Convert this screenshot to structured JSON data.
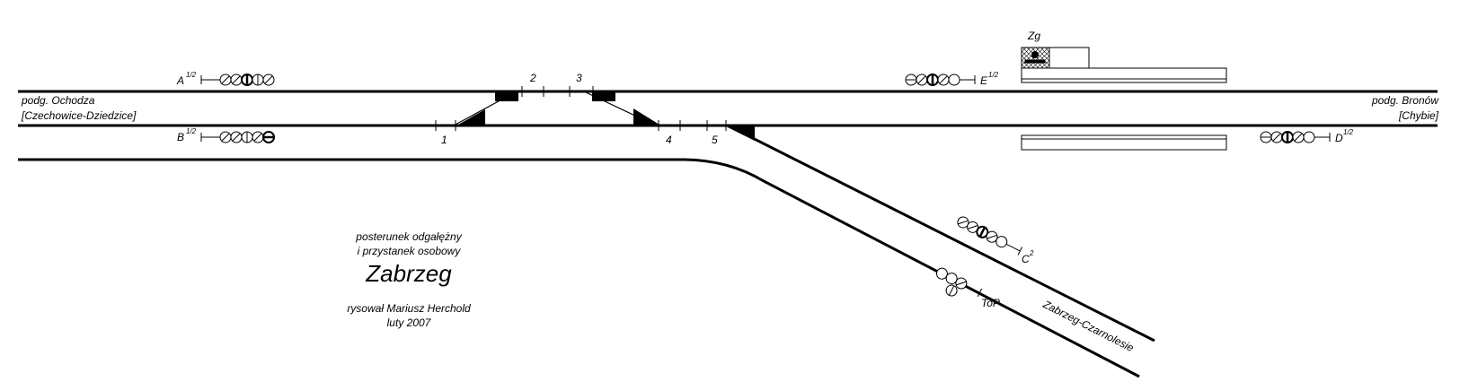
{
  "station": {
    "line1": "posterunek odgałężny",
    "line2": "i przystanek osobowy",
    "name": "Zabrzeg",
    "author": "rysował Mariusz Herchold",
    "date": "luty 2007"
  },
  "ends": {
    "left_name": "podg. Ochodza",
    "left_sub": "[Czechowice-Dziedzice]",
    "right_name": "podg. Bronów",
    "right_sub": "[Chybie]",
    "branch": "Zabrzeg-Czarnolesie"
  },
  "signals": {
    "a": "A",
    "a_sup": "1/2",
    "b": "B",
    "b_sup": "1/2",
    "e": "E",
    "e_sup": "1/2",
    "d": "D",
    "d_sup": "1/2",
    "c": "C",
    "c_sup": "2",
    "top": "ToP"
  },
  "switches": [
    "1",
    "2",
    "3",
    "4",
    "5"
  ],
  "building": "Zg"
}
